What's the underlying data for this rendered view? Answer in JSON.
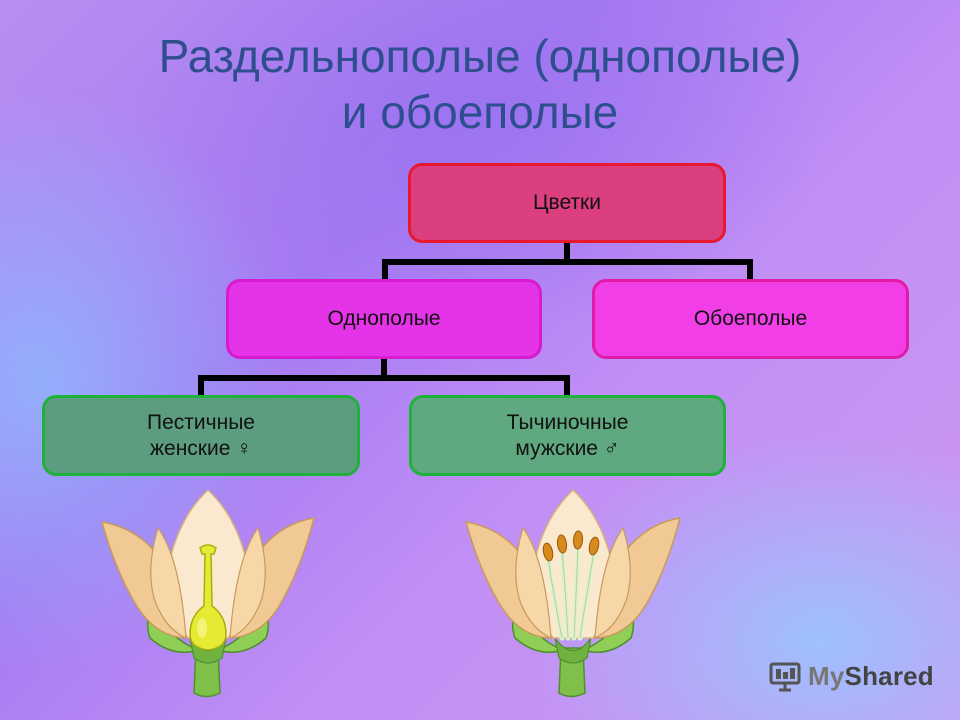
{
  "title": {
    "line1": "Раздельнополые (однополые)",
    "line2": "и обоеполые"
  },
  "diagram": {
    "root": "Цветки",
    "unisexual": "Однополые",
    "bisexual": "Обоеполые",
    "female": {
      "line1": "Пестичные",
      "line2": "женские ♀"
    },
    "male": {
      "line1": "Тычиночные",
      "line2": "мужские ♂"
    }
  },
  "illustrations": [
    {
      "name": "female-flower-pistil",
      "icon": "pistil-flower-icon"
    },
    {
      "name": "male-flower-stamens",
      "icon": "stamen-flower-icon"
    }
  ],
  "watermark": {
    "text_a": "My",
    "text_b": "Shared"
  },
  "colors": {
    "title": "#2e4f8e",
    "root_fill": "#dc3f80",
    "level2_fill": "#e533e8",
    "level3_fill": "#5c9d80",
    "connector": "#000000"
  }
}
